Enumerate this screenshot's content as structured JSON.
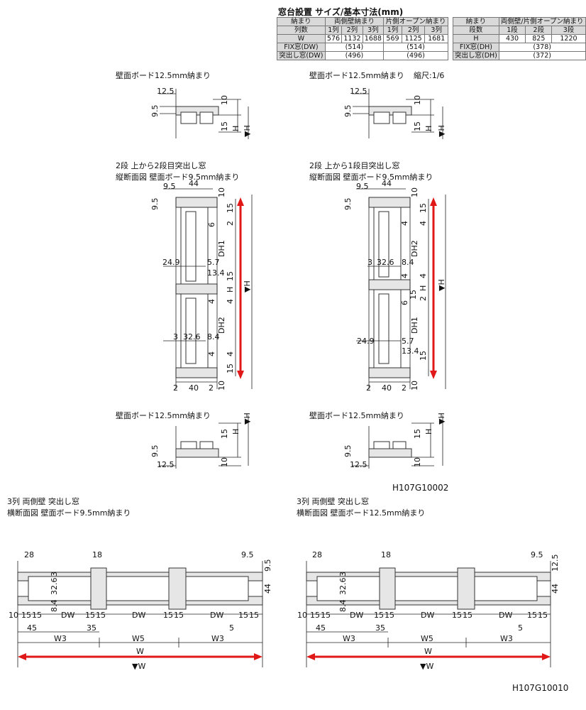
{
  "spec": {
    "title": "窓台設置 サイズ/基本寸法(mm)",
    "left_table": {
      "header_col": "納まり",
      "group1": "両側壁納まり",
      "group2": "片側オープン納まり",
      "row_label_cols": "列数",
      "cols": [
        "1列",
        "2列",
        "3列",
        "1列",
        "2列",
        "3列"
      ],
      "row_w_label": "W",
      "row_w": [
        "576",
        "1132",
        "1688",
        "569",
        "1125",
        "1681"
      ],
      "row_fix_label": "FIX窓(DW)",
      "row_fix": [
        "(514)",
        "(514)"
      ],
      "row_tsu_label": "突出し窓(DW)",
      "row_tsu": [
        "(496)",
        "(496)"
      ]
    },
    "right_table": {
      "header_col": "納まり",
      "group": "両側壁/片側オープン納まり",
      "row_label_cols": "段数",
      "cols": [
        "1段",
        "2段",
        "3段"
      ],
      "row_h_label": "H",
      "row_h": [
        "430",
        "825",
        "1220"
      ],
      "row_fix_label": "FIX窓(DH)",
      "row_fix": "(378)",
      "row_tsu_label": "突出し窓(DH)",
      "row_tsu": "(372)"
    }
  },
  "labels": {
    "board125": "壁面ボード12.5mm納まり",
    "scale": "縮尺:1/6",
    "left_mid_title1": "2段 上から2段目突出し窓",
    "left_mid_title2": "縦断面図 壁面ボード9.5mm納まり",
    "right_mid_title1": "2段 上から1段目突出し窓",
    "right_mid_title2": "縦断面図 壁面ボード9.5mm納まり",
    "code_upper": "H107G10002",
    "bottom_left_title1": "3列 両側壁 突出し窓",
    "bottom_left_title2": "横断面図 壁面ボード9.5mm納まり",
    "bottom_right_title1": "3列 両側壁 突出し窓",
    "bottom_right_title2": "横断面図 壁面ボード12.5mm納まり",
    "code_lower": "H107G10010"
  },
  "dims": {
    "d125": "12.5",
    "d95": "9.5",
    "d10": "10",
    "d15": "15",
    "dH": "H",
    "dHtri": "▼H",
    "d44": "44",
    "d6": "6",
    "d2": "2",
    "d4": "4",
    "dDH1": "DH1",
    "dDH2": "DH2",
    "d57": "5.7",
    "d249": "24.9",
    "d134": "13.4",
    "d3": "3",
    "d326": "32.6",
    "d84": "8.4",
    "d40": "40",
    "d28": "28",
    "d18": "18",
    "dDW": "DW",
    "d45": "45",
    "d35": "35",
    "d5": "5",
    "dW3": "W3",
    "dW5": "W5",
    "dW": "W",
    "dWtri": "▼W"
  }
}
